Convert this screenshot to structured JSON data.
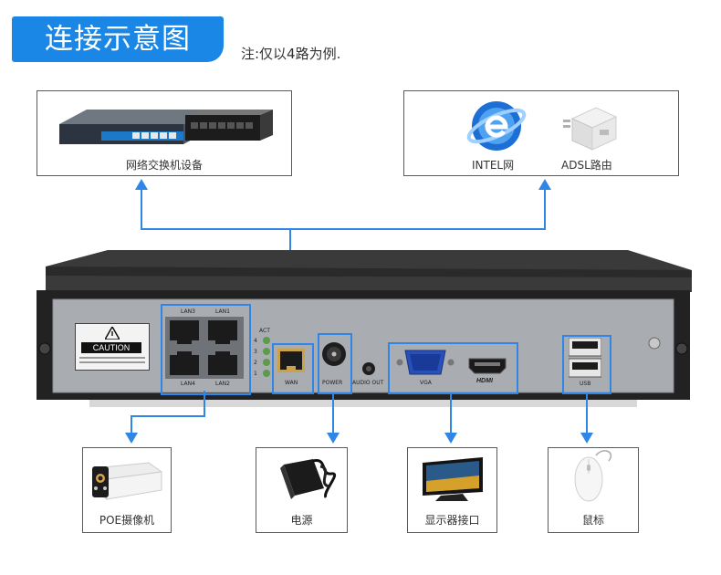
{
  "title": "连接示意图",
  "note": "注:仅以4路为例.",
  "top_devices": {
    "switch_label": "网络交换机设备",
    "intel_label": "INTEL网",
    "adsl_label": "ADSL路由"
  },
  "nvr": {
    "caution": "CAUTION",
    "lan_labels": [
      "LAN3",
      "LAN1",
      "LAN4",
      "LAN2"
    ],
    "act_label": "ACT",
    "act_numbers": [
      "4",
      "3",
      "2",
      "1"
    ],
    "wan_label": "WAN",
    "power_label": "POWER",
    "audio_label": "AUDIO OUT",
    "vga_label": "VGA",
    "hdmi_label": "HDMI",
    "usb_label": "USB"
  },
  "bottom_devices": {
    "camera_label": "POE摄像机",
    "power_label": "电源",
    "display_label": "显示器接口",
    "mouse_label": "鼠标"
  },
  "colors": {
    "accent": "#1a87e6",
    "connector_line": "#2f86e6",
    "chassis": "#2b2b2b",
    "panel": "#a9acb0"
  }
}
